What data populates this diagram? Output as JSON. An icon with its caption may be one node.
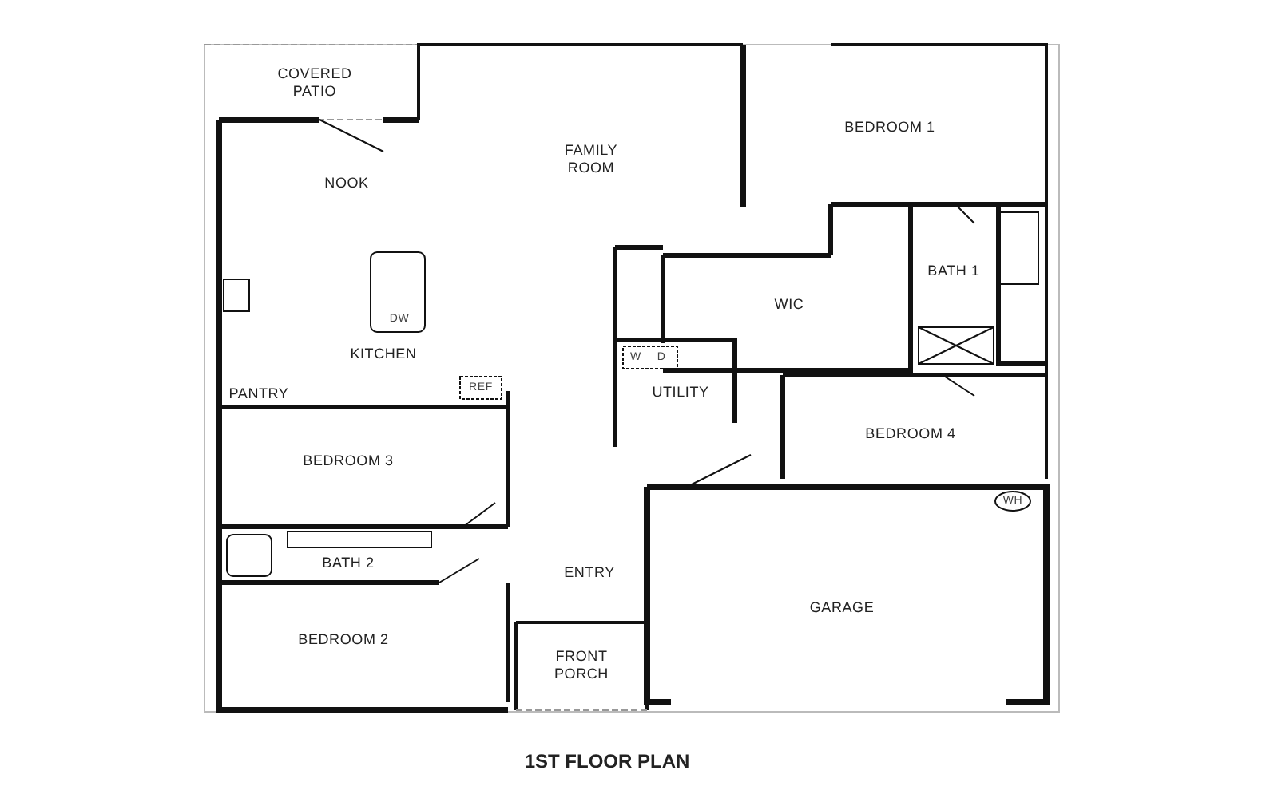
{
  "diagram": {
    "caption": "1ST FLOOR PLAN",
    "labels": [
      "COVERED PATIO",
      "FAMILY ROOM",
      "BEDROOM 1",
      "NOOK",
      "BATH 1",
      "WIC",
      "DW",
      "KITCHEN",
      "W",
      "D",
      "UTILITY",
      "PANTRY",
      "REF",
      "BEDROOM 4",
      "BEDROOM 3",
      "WH",
      "BATH 2",
      "ENTRY",
      "GARAGE",
      "BEDROOM 2",
      "FRONT PORCH"
    ]
  }
}
